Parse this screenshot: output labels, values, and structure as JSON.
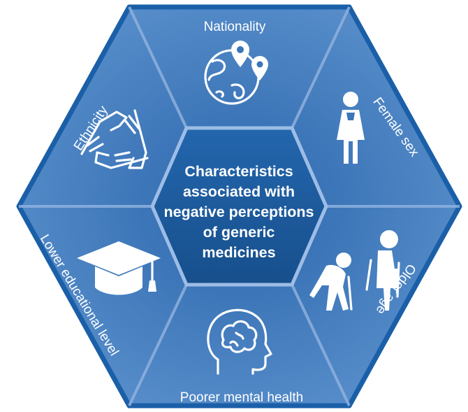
{
  "center": {
    "lines": [
      "Characteristics",
      "associated with",
      "negative perceptions",
      "of generic",
      "medicines"
    ]
  },
  "segments": {
    "nationality": {
      "label": "Nationality",
      "icon": "globe-with-location-pins-icon"
    },
    "female_sex": {
      "label": "Female sex",
      "icon": "woman-figure-icon"
    },
    "older_age": {
      "label": "Older age",
      "icon": "elderly-couple-icon"
    },
    "mental_health": {
      "label": "Poorer mental health",
      "icon": "head-with-brain-icon"
    },
    "education": {
      "label": "Lower educational level",
      "icon": "graduation-cap-icon"
    },
    "ethnicity": {
      "label": "Ethnicity",
      "icon": "joined-hands-icon"
    }
  },
  "colors": {
    "outer_border": "#1a5fa8",
    "segment_fill_light": "#4f86c4",
    "segment_fill_dark": "#2f6db3",
    "divider": "#8fb1de",
    "center_fill": "#1d5c9f"
  }
}
